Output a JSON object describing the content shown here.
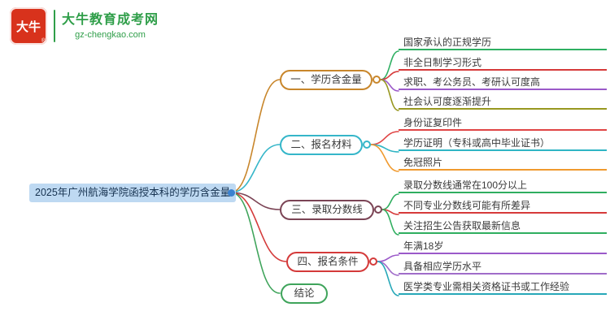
{
  "logo": {
    "mark": "大牛",
    "registered": "®",
    "site_name": "大牛教育成考网",
    "site_url": "gz-chengkao.com",
    "brand_red": "#d8321c",
    "brand_green": "#2f9e49"
  },
  "mindmap": {
    "root": {
      "label": "2025年广州航海学院函授本科的学历含金量",
      "highlight_bg": "#bed9f2",
      "anchor_color": "#3b82d0"
    },
    "branches": [
      {
        "label": "一、学历含金量",
        "color": "#c8862b",
        "children": [
          {
            "label": "国家承认的正规学历",
            "color": "#2eaf62"
          },
          {
            "label": "非全日制学习形式",
            "color": "#d63a3a"
          },
          {
            "label": "求职、考公务员、考研认可度高",
            "color": "#9b59c9"
          },
          {
            "label": "社会认可度逐渐提升",
            "color": "#97971f"
          }
        ]
      },
      {
        "label": "二、报名材料",
        "color": "#35b6c9",
        "children": [
          {
            "label": "身份证复印件",
            "color": "#e04545"
          },
          {
            "label": "学历证明（专科或高中毕业证书）",
            "color": "#2fb5c4"
          },
          {
            "label": "免冠照片",
            "color": "#f09a2e"
          }
        ]
      },
      {
        "label": "三、录取分数线",
        "color": "#7b4455",
        "children": [
          {
            "label": "录取分数线通常在100分以上",
            "color": "#2fae5f"
          },
          {
            "label": "不同专业分数线可能有所差异",
            "color": "#d63a3a"
          },
          {
            "label": "关注招生公告获取最新信息",
            "color": "#2fae5f"
          }
        ]
      },
      {
        "label": "四、报名条件",
        "color": "#d43a3a",
        "children": [
          {
            "label": "年满18岁",
            "color": "#9b59c9"
          },
          {
            "label": "具备相应学历水平",
            "color": "#a06cc9"
          },
          {
            "label": "医学类专业需相关资格证书或工作经验",
            "color": "#27a8b8"
          }
        ]
      },
      {
        "label": "结论",
        "color": "#3fa45b",
        "children": []
      }
    ]
  }
}
